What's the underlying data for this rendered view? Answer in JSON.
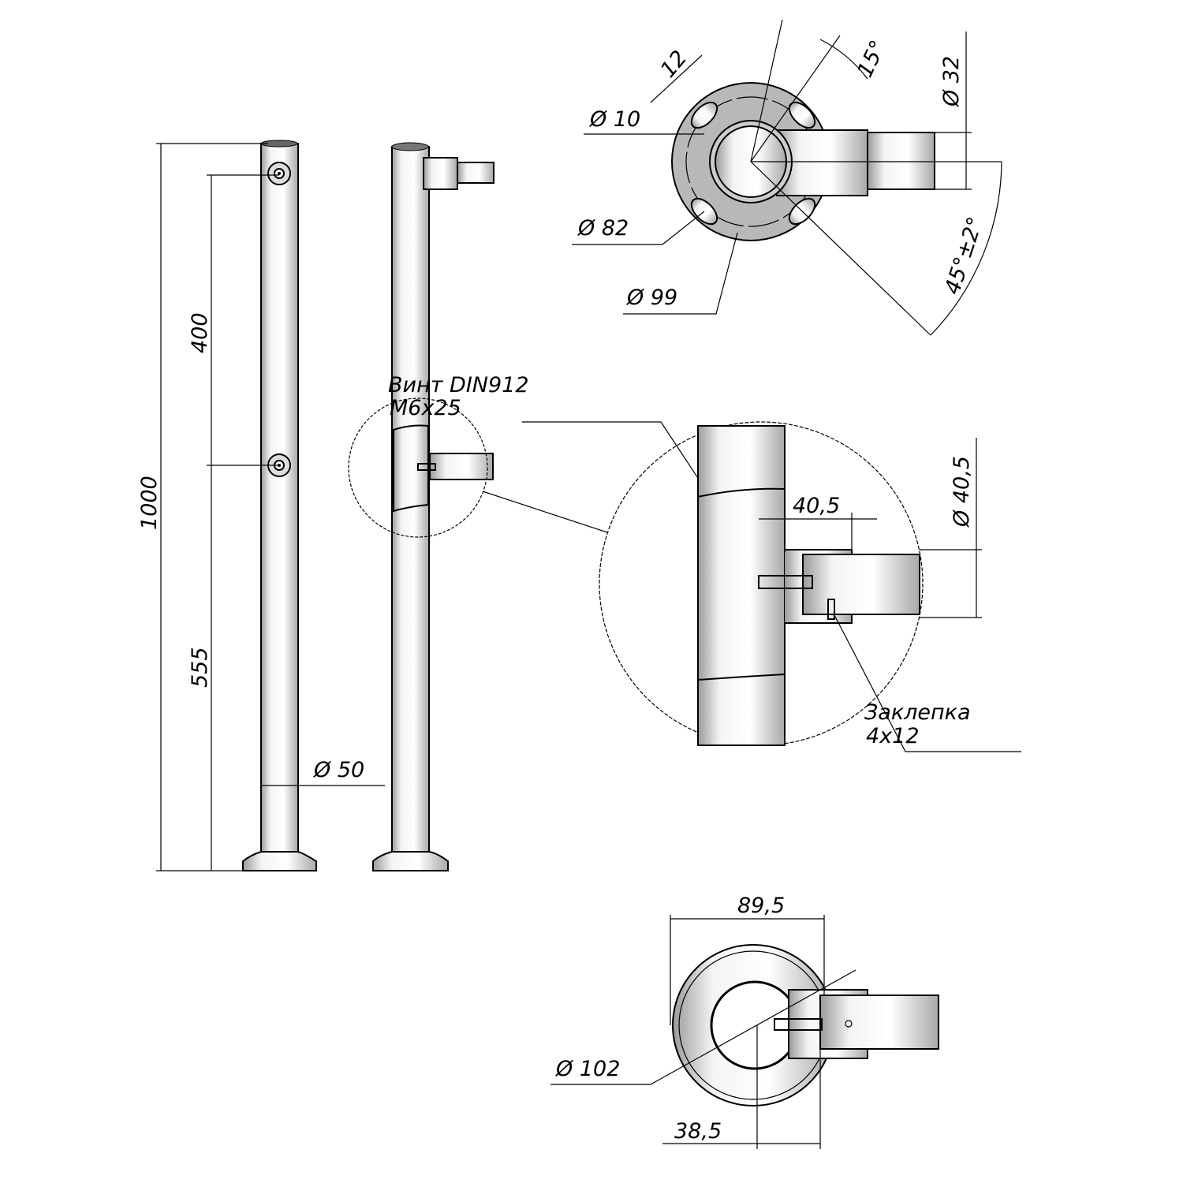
{
  "side_view": {
    "height_total": "1000",
    "upper_spacing": "400",
    "lower_spacing": "555",
    "tube_diameter": "Ø 50"
  },
  "screw_callout": {
    "line1": "Винт DIN912",
    "line2": "M6x25"
  },
  "top_view": {
    "slot_diameter": "Ø 10",
    "slot_length": "12",
    "slot_angle": "15°",
    "arm_diameter": "Ø 32",
    "bolt_circle": "Ø 82",
    "flange_diameter": "Ø 99",
    "arm_angle": "45°±2°"
  },
  "detail_view": {
    "arm_offset": "40,5",
    "arm_diameter": "Ø 40,5",
    "rivet_line1": "Заклепка",
    "rivet_line2": "4x12"
  },
  "bottom_view": {
    "width": "89,5",
    "base_diameter": "Ø 102",
    "center_offset": "38,5"
  }
}
